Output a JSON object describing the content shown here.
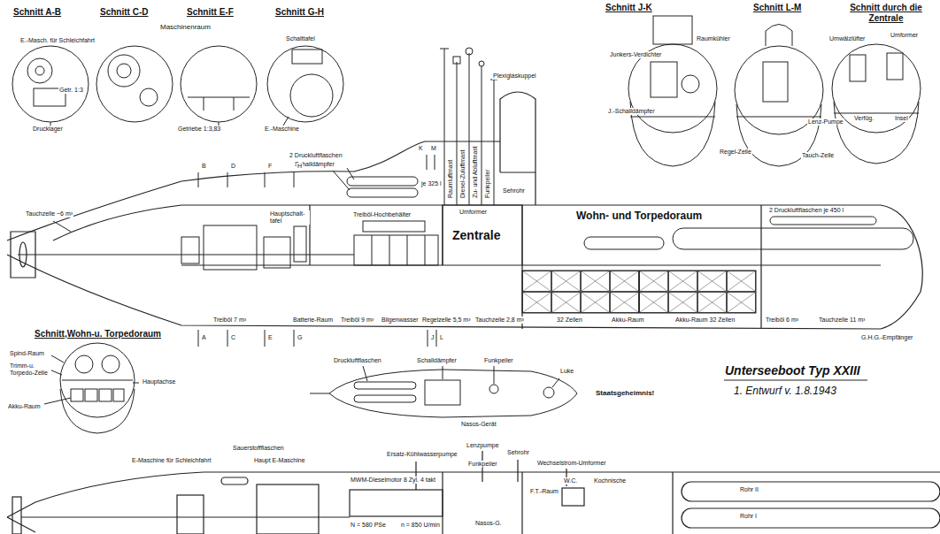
{
  "diagram": {
    "title": "Unterseeboot Typ XXIII",
    "labels": [
      "Schnitt A-B",
      "Schnitt C-D",
      "Schnitt E-F",
      "Schnitt G-H",
      "Maschinenraum",
      "E.-Masch. für Schleichfahrt",
      "Getr. 1:3",
      "Drucklager",
      "Getriebe 1:3,83",
      "E.-Maschine",
      "Schalttafel",
      "Schnitt J-K",
      "Schnitt L-M",
      "Schnitt durch die Zentrale",
      "Raumkühler",
      "Junkers-Verdichter",
      "J.-Schalldämpfer",
      "Regel-Zelle",
      "Lenz-Pumpe",
      "Tauch-Zelle",
      "Umwälzlüfter",
      "Umformer",
      "Verfüg.",
      "Insel",
      "Plexiglaskuppel",
      "Zu- und Abluftmast",
      "Raumluftmast",
      "Diesel-Zuluftmast",
      "Sehrohr",
      "Funkpeiler",
      "2 Druckluftflaschen",
      "Schalldämpfer",
      "je 325 l",
      "Tauchzelle ~6 m³",
      "Hauptschalt- tafel",
      "Treiböl-Hochbehälter",
      "Umformer",
      "Zentrale",
      "Wohn- und Torpedoraum",
      "2 Druckluftflaschen je 450 l",
      "Treiböl 7 m³",
      "Batterie-Raum",
      "Treiböl 9 m³",
      "Bilgenwasser",
      "Regelzelle 5,5 m³",
      "Tauchzelle 2,8 m³",
      "32 Zellen",
      "Akku-Raum",
      "Akku-Raum 32 Zellen",
      "Treiböl 6 m³",
      "Tauchzelle 11 m³",
      "G.H.G.-Empfänger",
      "B",
      "D",
      "F",
      "H",
      "K",
      "M",
      "A",
      "C",
      "E",
      "G",
      "J",
      "L",
      "Schnitt,Wohn-u. Torpedoraum",
      "Spind-Raum",
      "Trimm-u. Torpedo-Zelle",
      "Hauptachse",
      "Akku-Raum",
      "Druckluftflaschen",
      "Schalldämpfer",
      "Funkpeiler",
      "Luke",
      "Nasos-Gerät",
      "Staatsgeheimnis!",
      "1. Entwurf v. 1.8.1943",
      "E-Maschine für Schleichfahrt",
      "Sauerstoffflaschen",
      "Haupt E-Maschine",
      "Ersatz-Kühlwasserpumpe",
      "Lenzpumpe",
      "Sehrohr",
      "Funkpeiler",
      "Wechselstrom-Umformer",
      "MWM-Dieselmotor 8 Zyl. 4 takt",
      "N = 580 PSe",
      "n = 850 U/min",
      "F.T.-Raum",
      "W.C.",
      "Kochnische",
      "Rohr II",
      "Rohr I",
      "Nasos-G."
    ]
  }
}
